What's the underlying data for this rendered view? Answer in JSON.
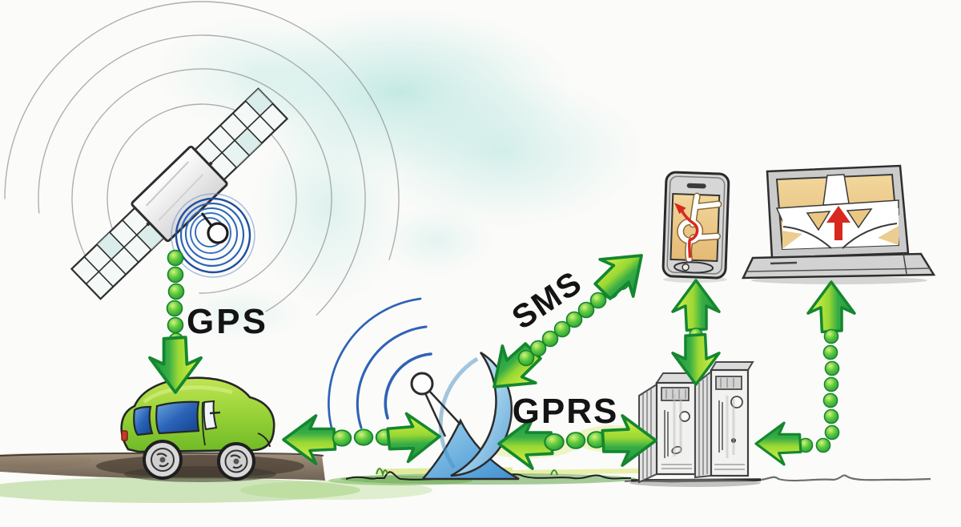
{
  "diagram": {
    "labels": {
      "gps": "GPS",
      "sms": "SMS",
      "gprs": "GPRS"
    },
    "nodes": [
      {
        "id": "satellite",
        "icon": "gps-satellite-icon"
      },
      {
        "id": "car",
        "icon": "tracked-car-icon"
      },
      {
        "id": "dish",
        "icon": "base-station-dish-icon"
      },
      {
        "id": "servers",
        "icon": "server-towers-icon"
      },
      {
        "id": "smartphone",
        "icon": "smartphone-map-icon"
      },
      {
        "id": "laptop",
        "icon": "laptop-map-icon"
      }
    ],
    "connections": [
      {
        "from": "satellite",
        "to": "car",
        "label": "GPS",
        "style": "dotted-green",
        "direction": "down"
      },
      {
        "from": "car",
        "to": "dish",
        "label": "",
        "style": "dotted-green",
        "direction": "both"
      },
      {
        "from": "dish",
        "to": "smartphone",
        "label": "SMS",
        "style": "dotted-green",
        "direction": "both"
      },
      {
        "from": "dish",
        "to": "servers",
        "label": "GPRS",
        "style": "dotted-green",
        "direction": "both"
      },
      {
        "from": "servers",
        "to": "smartphone",
        "label": "",
        "style": "dotted-green",
        "direction": "both"
      },
      {
        "from": "servers",
        "to": "laptop",
        "label": "",
        "style": "dotted-green",
        "direction": "both"
      }
    ],
    "colors": {
      "arrow_green": "#2fae44",
      "arrow_yellow": "#dfee3f",
      "dot_green": "#3db23d",
      "signal_blue": "#2f62b8",
      "dish_blue": "#68aedd",
      "car_green": "#8fcf36",
      "window_blue": "#2a63b8",
      "map_tan": "#ecc784",
      "route_red": "#d8291f",
      "pencil_gray": "#6f6f6f",
      "ink": "#141414",
      "wash_teal": "#aee2dc"
    }
  }
}
